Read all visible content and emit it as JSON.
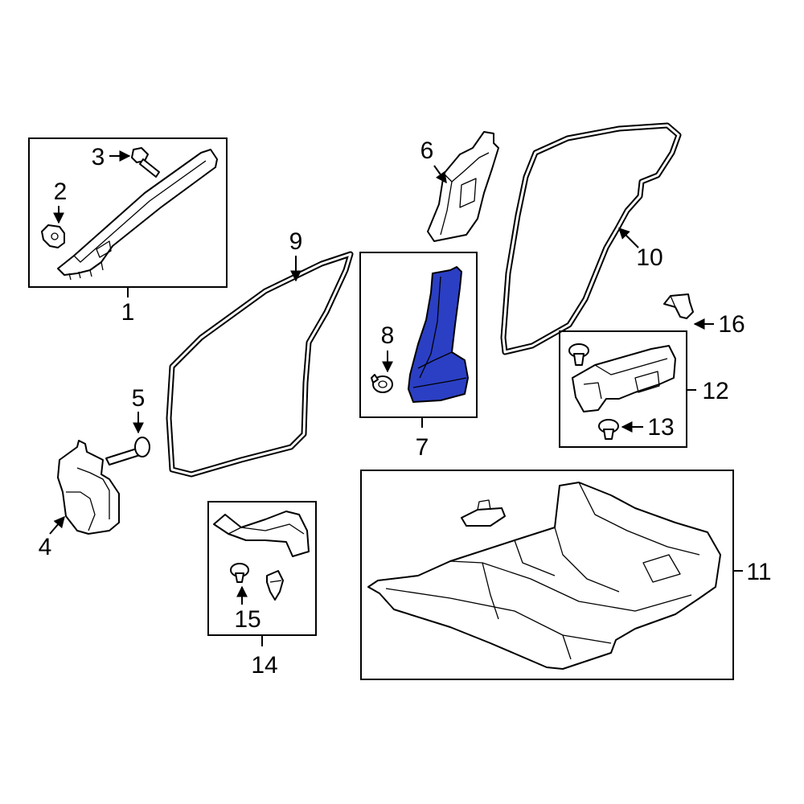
{
  "diagram": {
    "highlight_color": "#2b3fc4",
    "line_color": "#000000",
    "background": "#ffffff",
    "highlighted_part": "7",
    "callouts": {
      "c1": "1",
      "c2": "2",
      "c3": "3",
      "c4": "4",
      "c5": "5",
      "c6": "6",
      "c7": "7",
      "c8": "8",
      "c9": "9",
      "c10": "10",
      "c11": "11",
      "c12": "12",
      "c13": "13",
      "c14": "14",
      "c15": "15",
      "c16": "16"
    }
  }
}
